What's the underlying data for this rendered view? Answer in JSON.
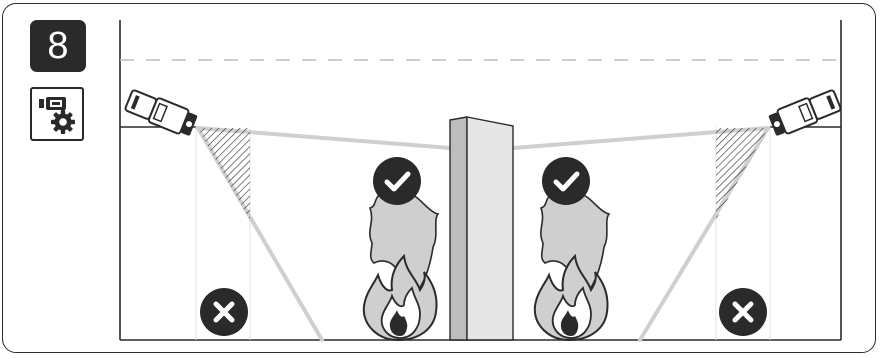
{
  "step": {
    "number": "8"
  },
  "icons": {
    "settings_badge": "camera-settings-icon",
    "detector": "flame-detector-icon",
    "ok": "check-icon",
    "blocked": "cross-icon",
    "fire": "fire-icon",
    "smoke": "smoke-icon"
  },
  "colors": {
    "outline": "#2a2a2a",
    "beam": "#cfcfcf",
    "barrier": "#e6e6e6",
    "badge": "#2a2a2a"
  },
  "scene": {
    "detectors": [
      "left",
      "right"
    ],
    "detected_zones": [
      "left-of-barrier",
      "right-of-barrier"
    ],
    "blind_zones": [
      "left-corner",
      "right-corner"
    ]
  }
}
